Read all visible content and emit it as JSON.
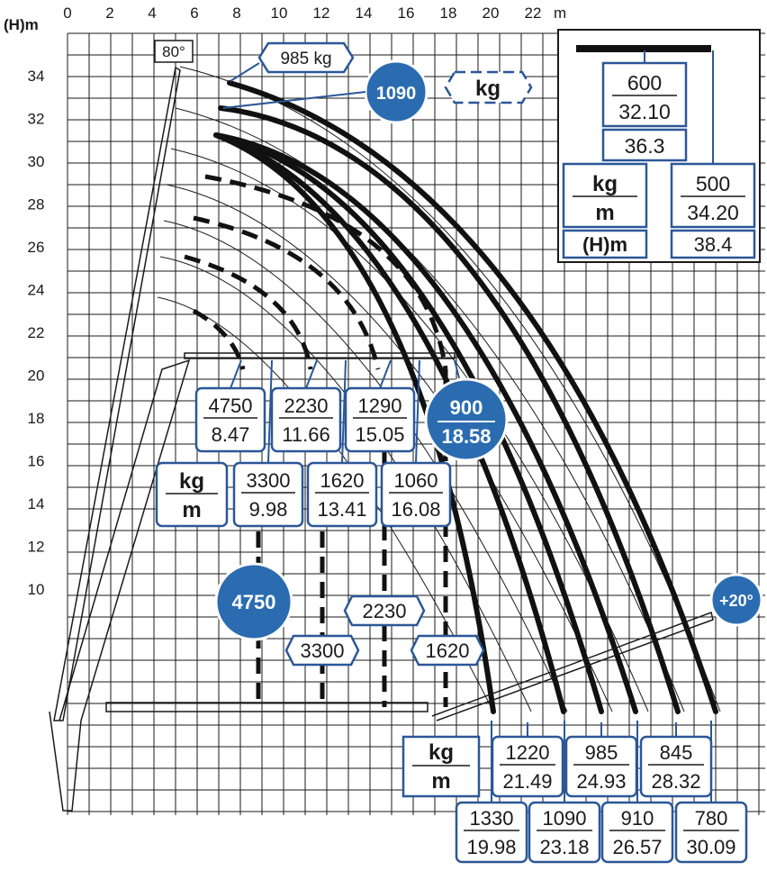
{
  "axes": {
    "x_unit": "m",
    "y_unit": "(H)m",
    "x_ticks": [
      "0",
      "2",
      "4",
      "6",
      "8",
      "10",
      "12",
      "14",
      "16",
      "18",
      "20",
      "22"
    ],
    "y_ticks": [
      "34",
      "32",
      "30",
      "28",
      "26",
      "24",
      "22",
      "20",
      "18",
      "16",
      "14",
      "12",
      "10"
    ]
  },
  "boom_angle_label": "80°",
  "jib_angle_label": "+20°",
  "unit_legend": {
    "kg": "kg",
    "m": "m",
    "hm": "(H)m"
  },
  "top_callouts": {
    "tip_load": "985 kg",
    "tip_load_badge": "1090",
    "unit_kg": "kg"
  },
  "extension_inset": {
    "a_kg": "600",
    "a_m": "32.10",
    "a_h": "36.3",
    "b_kg": "500",
    "b_m": "34.20",
    "b_h": "38.4"
  },
  "mid_pairs": [
    {
      "kg": "4750",
      "m": "8.47"
    },
    {
      "kg": "2230",
      "m": "11.66"
    },
    {
      "kg": "1290",
      "m": "15.05"
    }
  ],
  "mid_badge": {
    "kg": "900",
    "m": "18.58"
  },
  "low_pairs": [
    {
      "kg": "3300",
      "m": "9.98"
    },
    {
      "kg": "1620",
      "m": "13.41"
    },
    {
      "kg": "1060",
      "m": "16.08"
    }
  ],
  "base_badge": "4750",
  "base_tags": [
    "2230",
    "3300",
    "1620"
  ],
  "bottom_top_pairs": [
    {
      "kg": "1220",
      "m": "21.49"
    },
    {
      "kg": "985",
      "m": "24.93"
    },
    {
      "kg": "845",
      "m": "28.32"
    }
  ],
  "bottom_low_pairs": [
    {
      "kg": "1330",
      "m": "19.98"
    },
    {
      "kg": "1090",
      "m": "23.18"
    },
    {
      "kg": "910",
      "m": "26.57"
    },
    {
      "kg": "780",
      "m": "30.09"
    }
  ],
  "colors": {
    "accent_blue": "#2b6cb0",
    "outline_blue": "#2b5797",
    "ink": "#1a1a1a"
  }
}
